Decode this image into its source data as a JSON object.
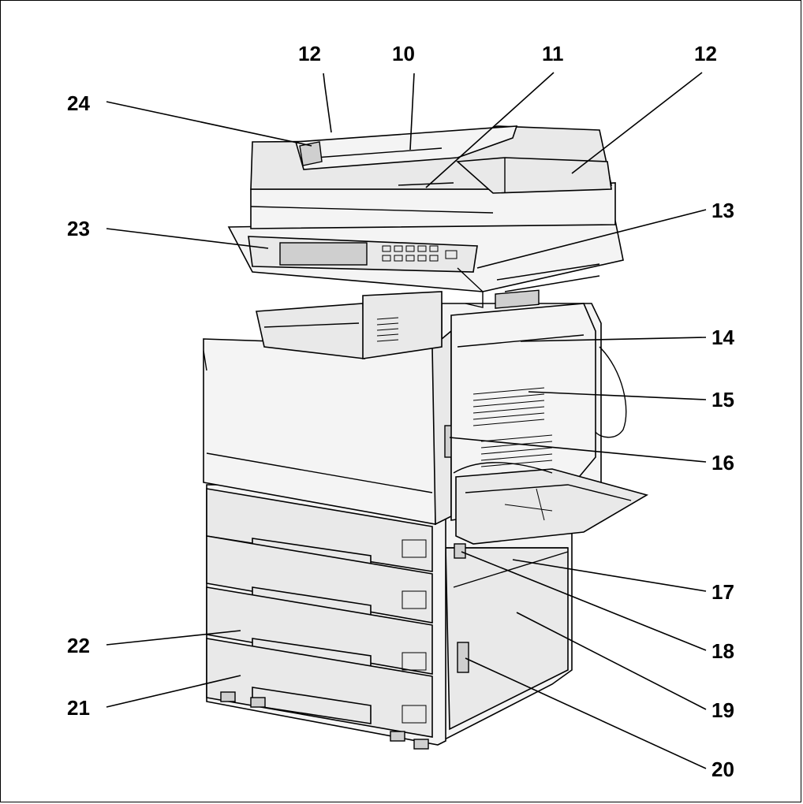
{
  "callouts": [
    {
      "id": "c12a",
      "label": "12"
    },
    {
      "id": "c10",
      "label": "10"
    },
    {
      "id": "c11",
      "label": "11"
    },
    {
      "id": "c12b",
      "label": "12"
    },
    {
      "id": "c24",
      "label": "24"
    },
    {
      "id": "c13",
      "label": "13"
    },
    {
      "id": "c23",
      "label": "23"
    },
    {
      "id": "c14",
      "label": "14"
    },
    {
      "id": "c15",
      "label": "15"
    },
    {
      "id": "c16",
      "label": "16"
    },
    {
      "id": "c17",
      "label": "17"
    },
    {
      "id": "c18",
      "label": "18"
    },
    {
      "id": "c22",
      "label": "22"
    },
    {
      "id": "c19",
      "label": "19"
    },
    {
      "id": "c21",
      "label": "21"
    },
    {
      "id": "c20",
      "label": "20"
    }
  ]
}
